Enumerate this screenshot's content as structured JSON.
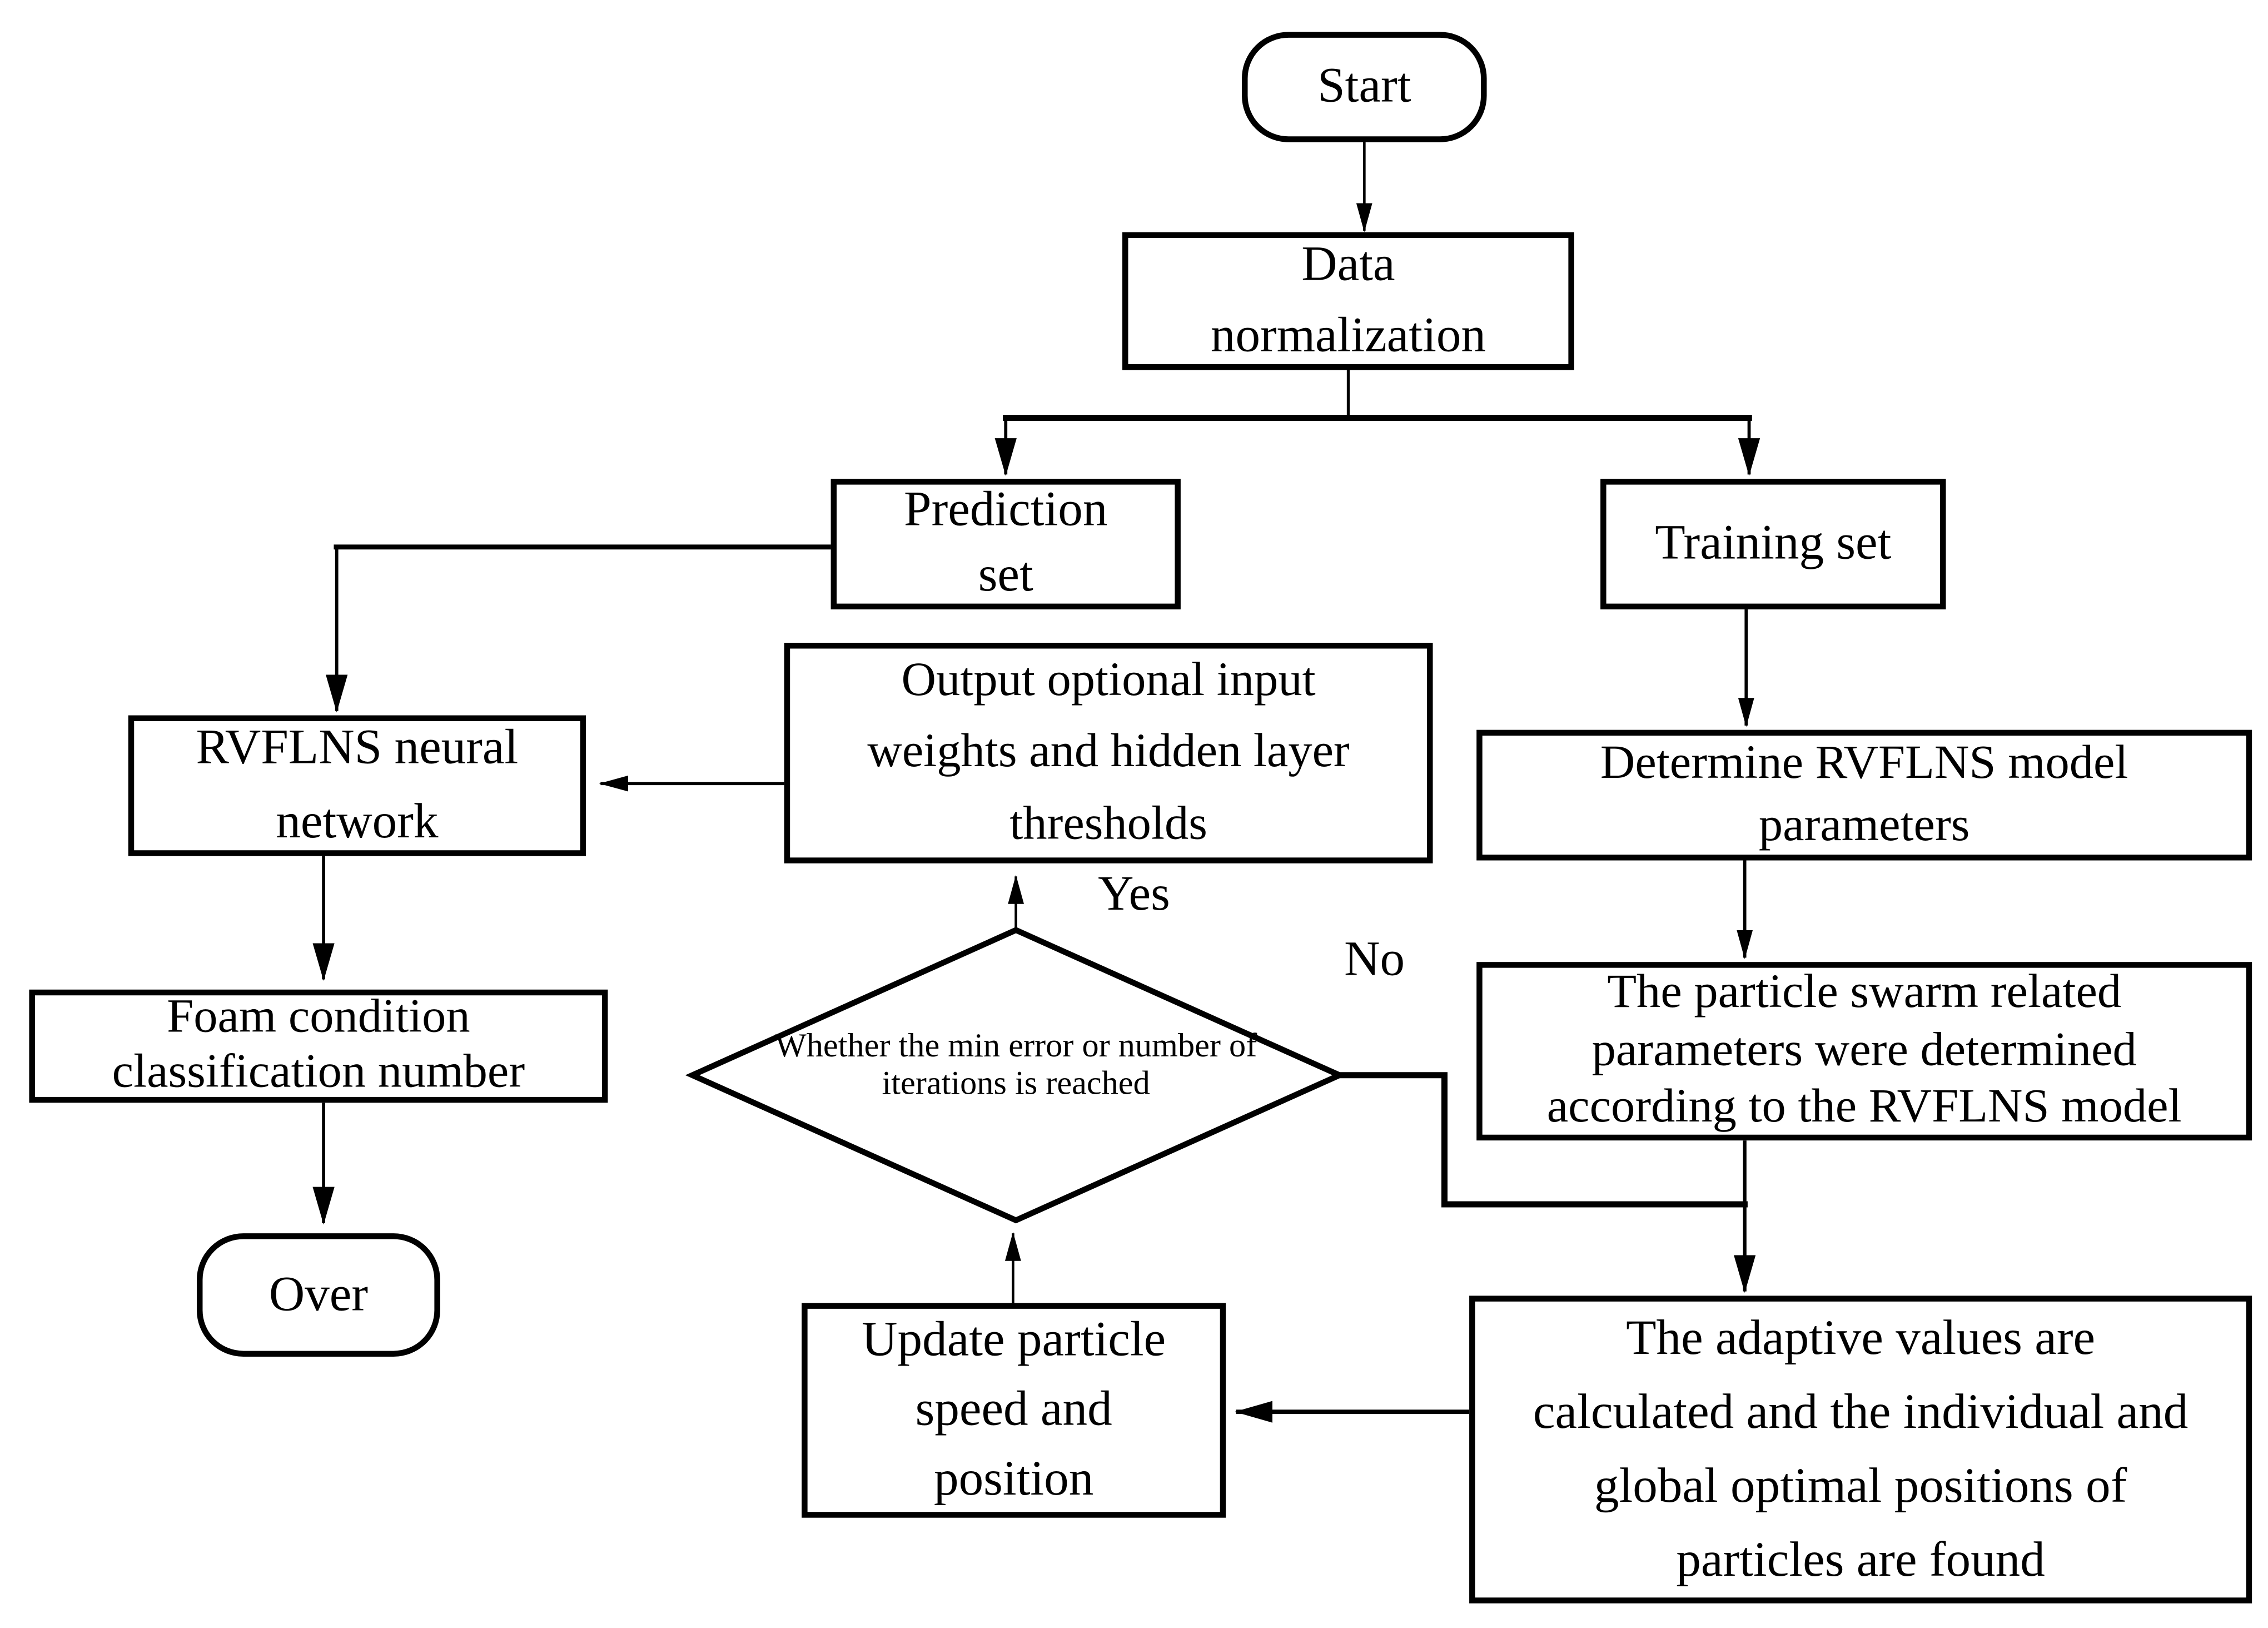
{
  "diagram": {
    "background": "#ffffff",
    "stroke_color": "#000000",
    "nodes": {
      "start": {
        "label": "Start",
        "shape": "terminator"
      },
      "data_normalization": {
        "label": "Data\nnormalization",
        "shape": "process"
      },
      "prediction_set": {
        "label": "Prediction\nset",
        "shape": "process"
      },
      "training_set": {
        "label": "Training set",
        "shape": "process"
      },
      "rvflns_network": {
        "label": "RVFLNS neural\nnetwork",
        "shape": "process"
      },
      "output_weights": {
        "label": "Output optional input\nweights and hidden layer\nthresholds",
        "shape": "process"
      },
      "determine_params": {
        "label": "Determine RVFLNS model\nparameters",
        "shape": "process"
      },
      "foam_classification": {
        "label": "Foam condition\nclassification number",
        "shape": "process"
      },
      "pso_params": {
        "label": "The particle swarm related\nparameters were determined\naccording to the RVFLNS model",
        "shape": "process"
      },
      "decision": {
        "label": "Whether the min error or number of\niterations is reached",
        "shape": "decision"
      },
      "update_particles": {
        "label": "Update particle\nspeed and\nposition",
        "shape": "process"
      },
      "adaptive_values": {
        "label": "The adaptive values are\ncalculated and the individual and\nglobal optimal positions of\nparticles are found",
        "shape": "process"
      },
      "over": {
        "label": "Over",
        "shape": "terminator"
      }
    },
    "edge_labels": {
      "yes": "Yes",
      "no": "No"
    }
  }
}
